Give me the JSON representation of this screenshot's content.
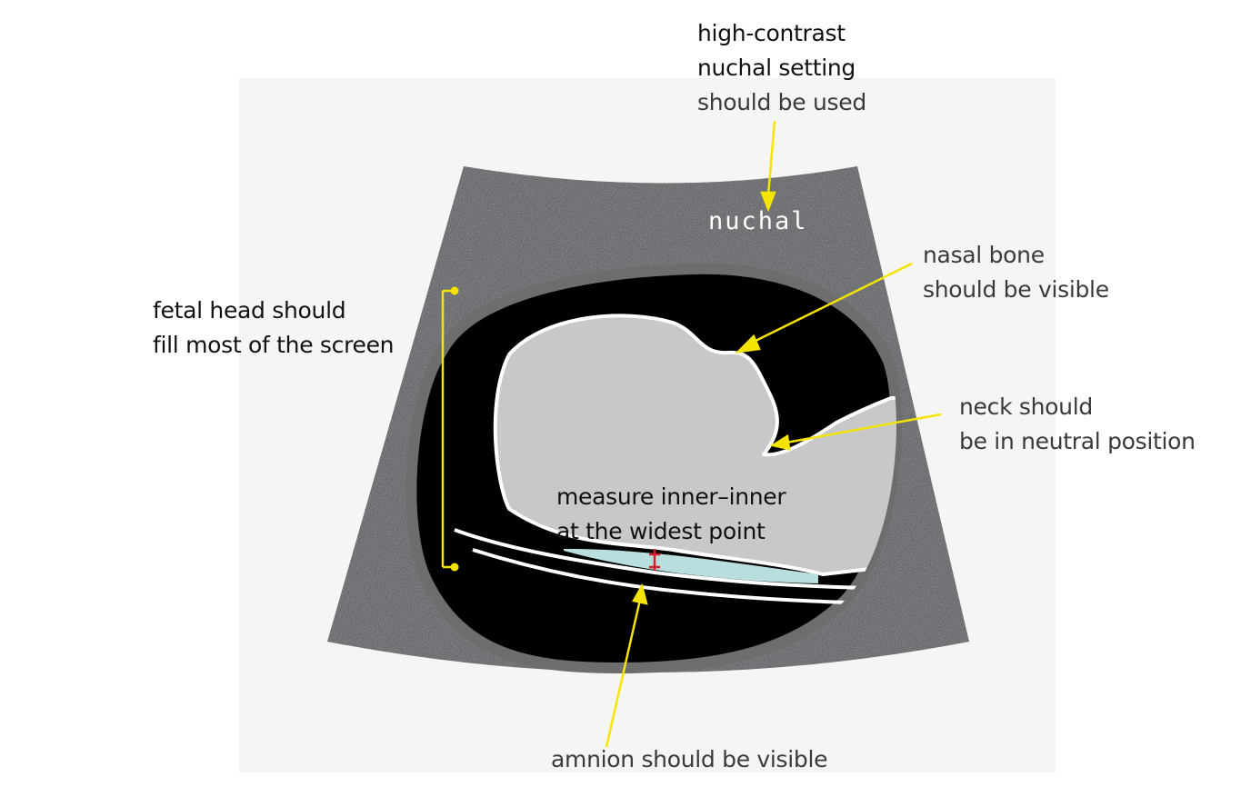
{
  "screen": {
    "preset_label": "nuchal",
    "colors": {
      "page_background": "#ffffff",
      "panel_background": "#f5f5f5",
      "sector_fill": "#616366",
      "head_outline": "#6d6d6d",
      "head_interior": "#000000",
      "tissue_fill": "#c8c8c8",
      "nuchal_fluid": "#b9dede",
      "caliper_color": "#d4202a",
      "annotation_color": "#f5e400"
    }
  },
  "annotations": {
    "setting": {
      "line1": "high-contrast",
      "line2": "nuchal setting",
      "line3": "should be used"
    },
    "head_size": {
      "line1": "fetal head should",
      "line2": "fill most of the screen"
    },
    "nasal_bone": {
      "line1": "nasal bone",
      "line2": "should be visible"
    },
    "neck": {
      "line1": "neck should",
      "line2": "be in neutral position"
    },
    "measure": {
      "line1": "measure inner–inner",
      "line2": "at the widest point"
    },
    "amnion": {
      "line1": "amnion should be visible"
    }
  }
}
